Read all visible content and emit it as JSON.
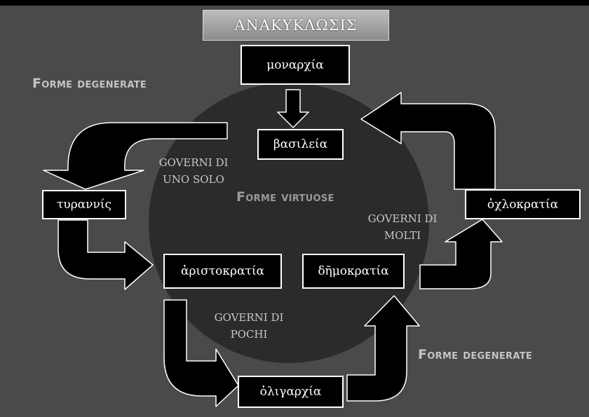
{
  "title": "ΑΝΑΚΥΚΛΩΣΙΣ",
  "categories": {
    "degenerate_top": "Forme degenerate",
    "virtuose": "Forme virtuose",
    "degenerate_bottom": "Forme degenerate"
  },
  "groups": {
    "uno_line1": "GOVERNI DI",
    "uno_line2": "UNO SOLO",
    "pochi_line1": "GOVERNI DI",
    "pochi_line2": "POCHI",
    "molti_line1": "GOVERNI DI",
    "molti_line2": "MOLTI"
  },
  "forms": {
    "monarchia": "μοναρχία",
    "basileia": "βασιλεία",
    "tirannide": "τυραννίς",
    "aristocrazia": "ἀριστοκρατία",
    "democrazia": "δῆμοκρατία",
    "oclocrazia": "ὀχλοκρατία",
    "oligarchia": "ὀλιγαρχία"
  },
  "colors": {
    "background": "#4a4a4a",
    "disc": "#2b2b2b",
    "box": "#000000",
    "box_border": "#ffffff"
  }
}
